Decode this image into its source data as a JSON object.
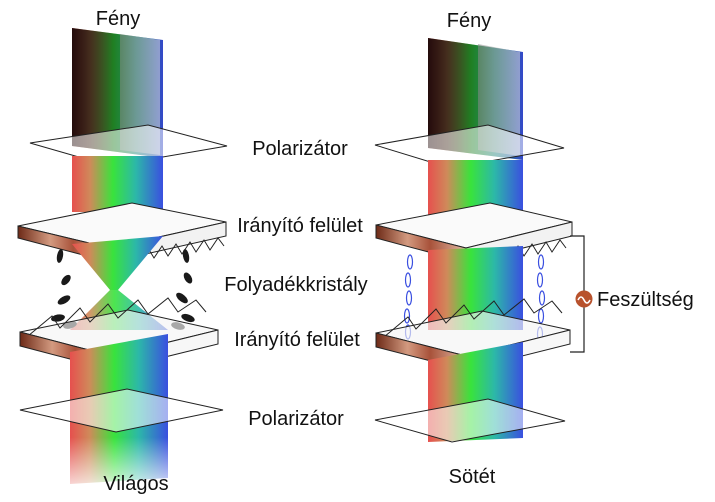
{
  "left_column": {
    "top_label": "Fény",
    "bottom_label": "Világos"
  },
  "right_column": {
    "top_label": "Fény",
    "bottom_label": "Sötét"
  },
  "layer_labels": {
    "polarizer_top": "Polarizátor",
    "alignment_top": "Irányító felület",
    "liquid_crystal": "Folyadékkristály",
    "alignment_bottom": "Irányító felület",
    "polarizer_bottom": "Polarizátor"
  },
  "voltage_label": "Feszültség",
  "colors": {
    "spectrum_red": "#e6504e",
    "spectrum_green": "#39e33c",
    "spectrum_blue": "#3a4fe0",
    "copper": "#a8523a",
    "voltage_icon": "#b8522d",
    "outline": "#222222"
  },
  "icons": {
    "voltage_source": "ac-voltage-icon"
  }
}
